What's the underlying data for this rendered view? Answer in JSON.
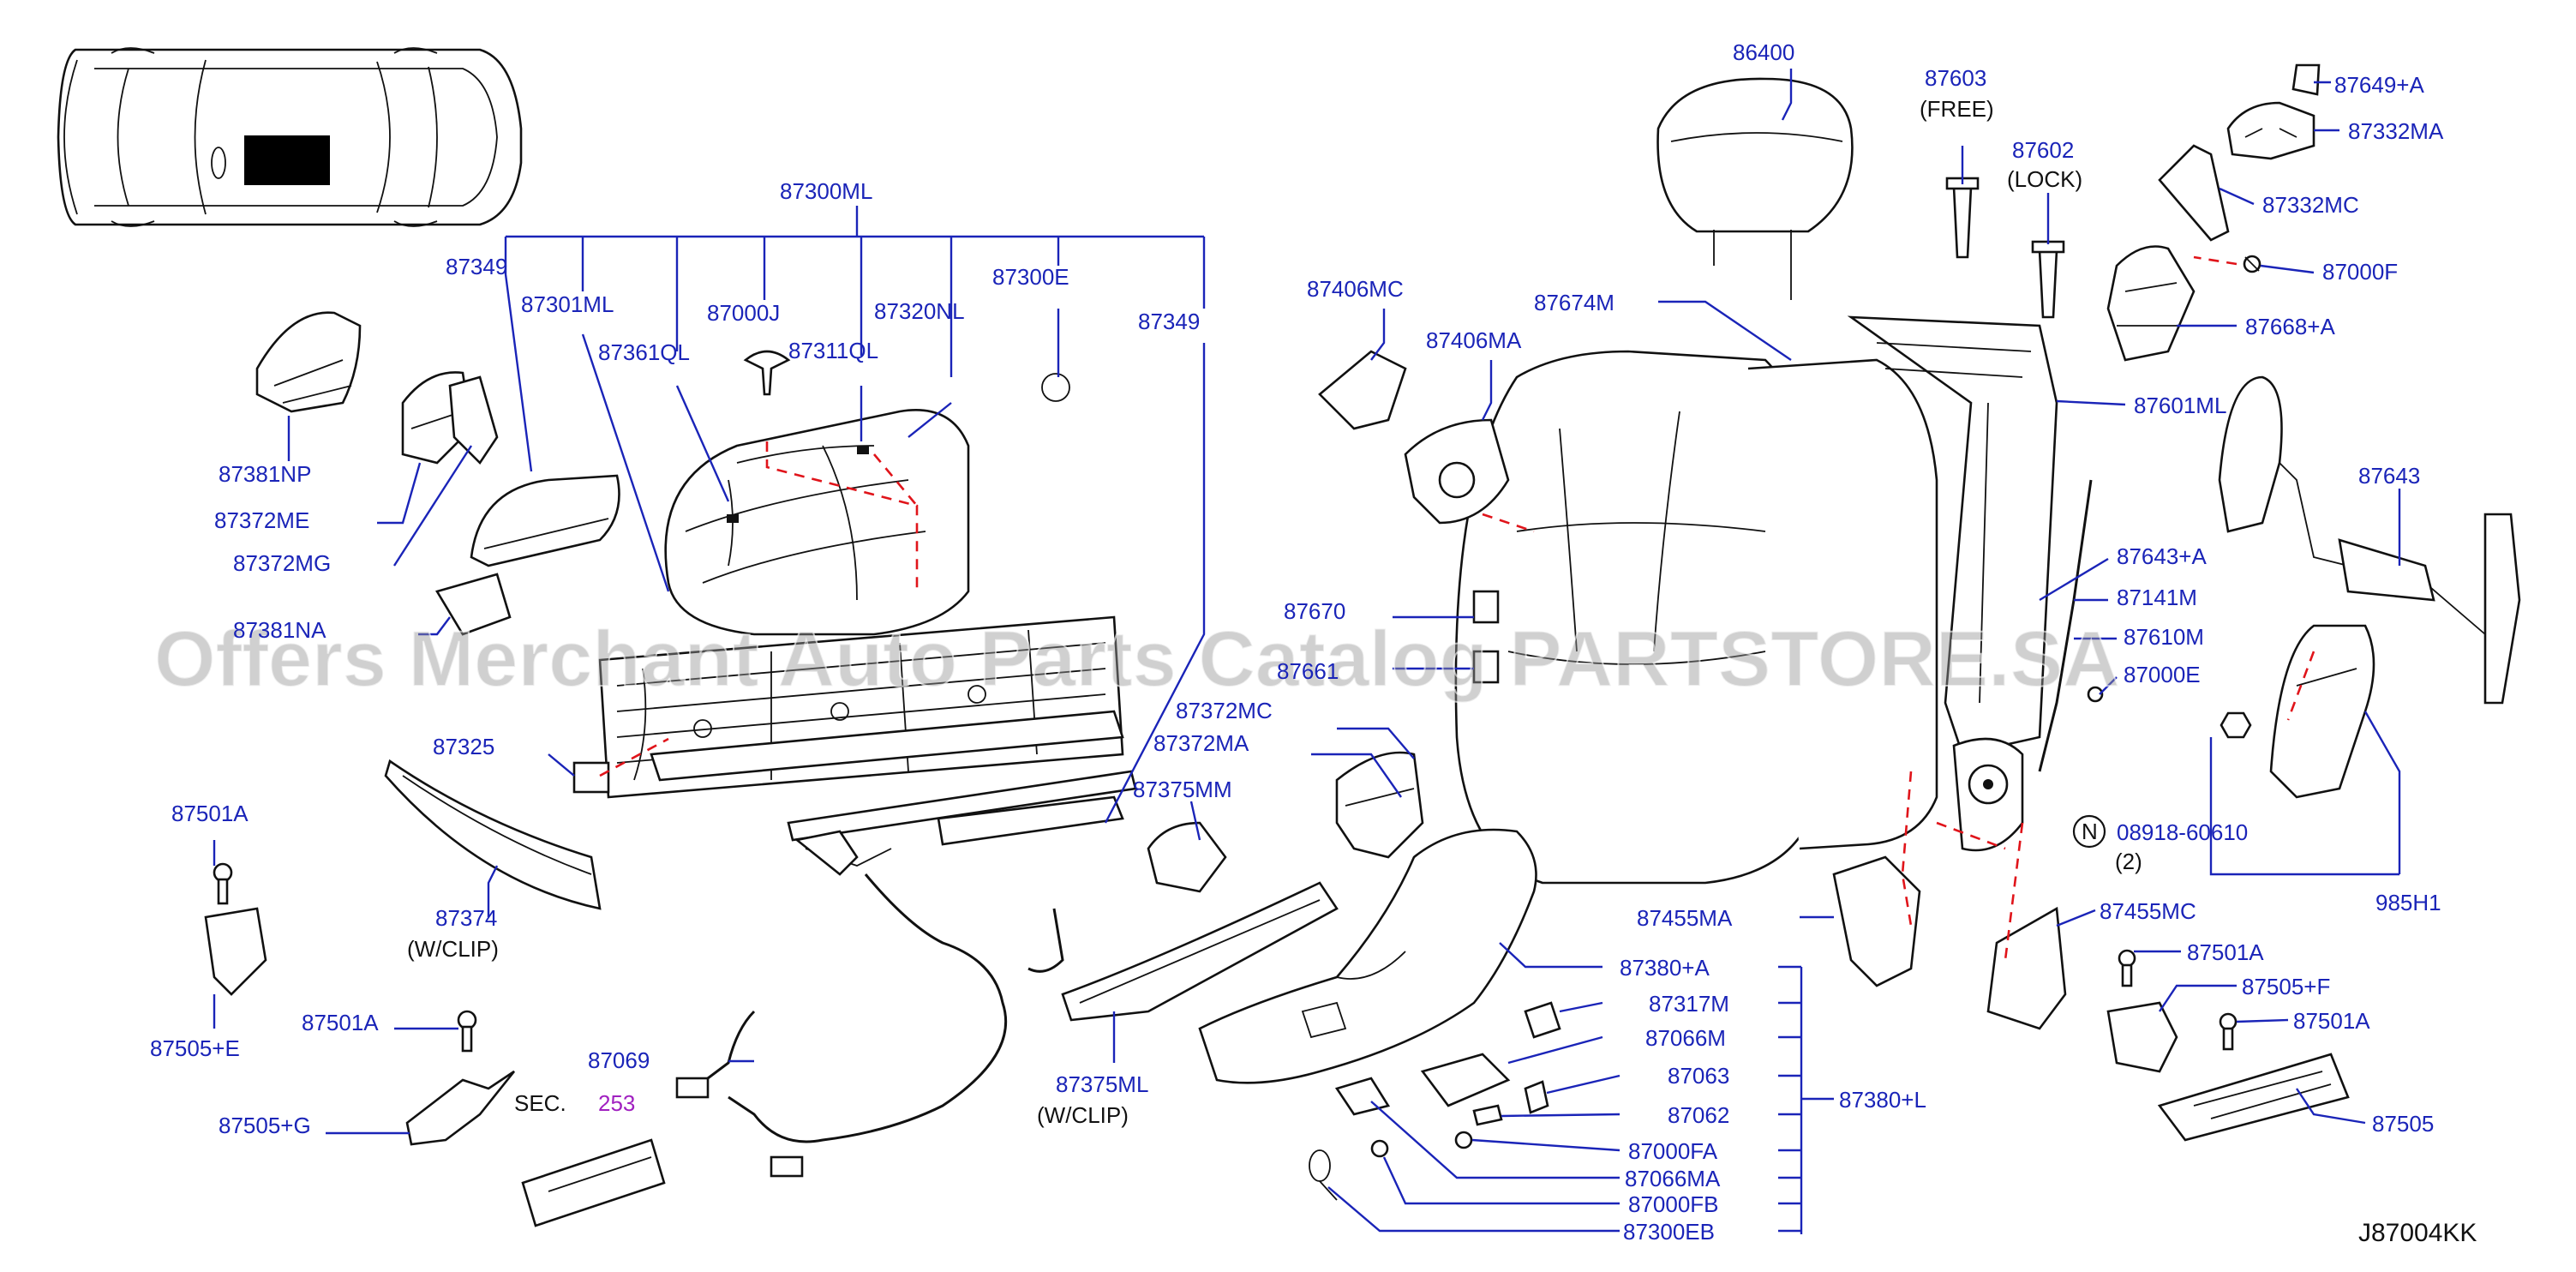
{
  "labels": {
    "p87300ML": "87300ML",
    "p87349_left": "87349",
    "p87301ML": "87301ML",
    "p87000J": "87000J",
    "p87320NL": "87320NL",
    "p87300E": "87300E",
    "p87349_right": "87349",
    "p87361QL": "87361QL",
    "p87311QL": "87311QL",
    "p87381NP": "87381NP",
    "p87372ME": "87372ME",
    "p87372MG": "87372MG",
    "p87381NA": "87381NA",
    "p87325": "87325",
    "p87501A_1": "87501A",
    "p87374": "87374",
    "p87374_note": "(W/CLIP)",
    "p87505E": "87505+E",
    "p87501A_2": "87501A",
    "p87505G": "87505+G",
    "p87069": "87069",
    "sec_label": "SEC.",
    "sec_num": "253",
    "p87372MC": "87372MC",
    "p87372MA": "87372MA",
    "p87375MM": "87375MM",
    "p87375ML": "87375ML",
    "p87375ML_note": "(W/CLIP)",
    "p87670": "87670",
    "p87661": "87661",
    "p87406MC": "87406MC",
    "p87406MA": "87406MA",
    "p87674M": "87674M",
    "p86400": "86400",
    "p87603": "87603",
    "p87603_note": "(FREE)",
    "p87602": "87602",
    "p87602_note": "(LOCK)",
    "p87649A": "87649+A",
    "p87332MA": "87332MA",
    "p87332MC": "87332MC",
    "p87000F": "87000F",
    "p87668A": "87668+A",
    "p87601ML": "87601ML",
    "p87643": "87643",
    "p87643A": "87643+A",
    "p87141M": "87141M",
    "p87610M": "87610M",
    "p87000E": "87000E",
    "n_mark": "N",
    "p08918": "08918-60610",
    "p08918_qty": "(2)",
    "p985H1": "985H1",
    "p87455MA": "87455MA",
    "p87455MC": "87455MC",
    "p87501A_3": "87501A",
    "p87505F": "87505+F",
    "p87501A_4": "87501A",
    "p87505": "87505",
    "p87380A": "87380+A",
    "p87317M": "87317M",
    "p87066M": "87066M",
    "p87063": "87063",
    "p87062": "87062",
    "p87000FA": "87000FA",
    "p87066MA": "87066MA",
    "p87000FB": "87000FB",
    "p87300EB": "87300EB",
    "p87380L": "87380+L"
  },
  "diagram_code": "J87004KK",
  "watermark": "Offers Merchant Auto Parts Catalog PARTSTORE.SA",
  "colors": {
    "label": "#1a24b8",
    "link": "#a020c0",
    "dashed_leader": "#e0141a",
    "line_art": "#111111"
  }
}
